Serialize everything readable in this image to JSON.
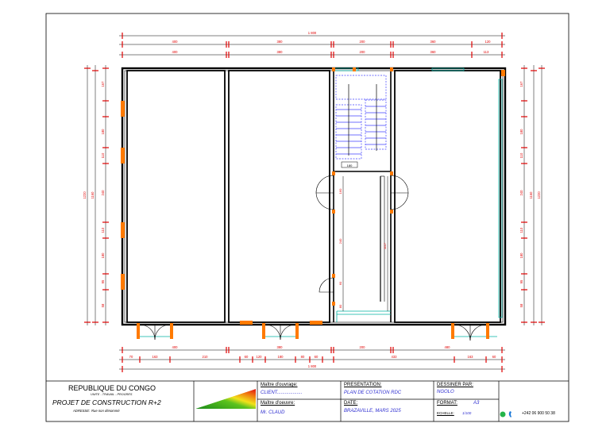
{
  "plan": {
    "top_total": "1 800",
    "top_row1": [
      "400",
      "380",
      "200",
      "360",
      "120"
    ],
    "top_row2": [
      "400",
      "380",
      "200",
      "360",
      "113"
    ],
    "bottom_row1": [
      "400",
      "380",
      "200",
      "480"
    ],
    "bottom_row2": [
      "70",
      "163",
      "210",
      "60",
      "120",
      "180",
      "80",
      "60",
      "433",
      "163",
      "60"
    ],
    "bottom_total": "1 800",
    "left_outer": "1220",
    "left_inner": "1160",
    "left_row": [
      "167",
      "180",
      "110",
      "240",
      "110",
      "180",
      "95",
      "58"
    ],
    "right_outer": "1220",
    "right_inner": "1160",
    "right_row": [
      "167",
      "180",
      "110",
      "240",
      "110",
      "180",
      "95",
      "58"
    ],
    "interior": [
      "180",
      "160",
      "240",
      "60",
      "80",
      "1117"
    ]
  },
  "title_block": {
    "country": "REPUBLIQUE DU CONGO",
    "motto": "UNITE - TRAVAIL - PROGRES",
    "project": "PROJET DE CONSTRUCTION R+2",
    "address_label": "ADRESSE:",
    "address_value": "Rue non dénommé",
    "owner_label": "Maître d'ouvrage:",
    "owner_value": "CLIENT...................",
    "builder_label": "Maître d'oeuvre:",
    "builder_value": "Mr. CLAUD",
    "presentation_label": "PRESENTATION:",
    "presentation_value": "PLAN DE COTATION RDC",
    "date_label": "DATE:",
    "date_value": "BRAZAVILLE, MARS 2025",
    "drawn_by_label": "DESSINER PAR:",
    "drawn_by_value": "NGOLO",
    "format_label": "FORMAT:",
    "format_value": "A3",
    "scale_label": "ECHELLE:",
    "scale_value": "1/100",
    "phone": "+242 06 900 50 38",
    "whatsapp_icon": "whatsapp-icon",
    "phone_icon": "phone-icon"
  },
  "colors": {
    "opening": "#ff7a00",
    "dimension_red": "#e00000",
    "stair_blue": "#4040ff",
    "glazing_cyan": "#00b0a0",
    "ink": "#000000"
  }
}
